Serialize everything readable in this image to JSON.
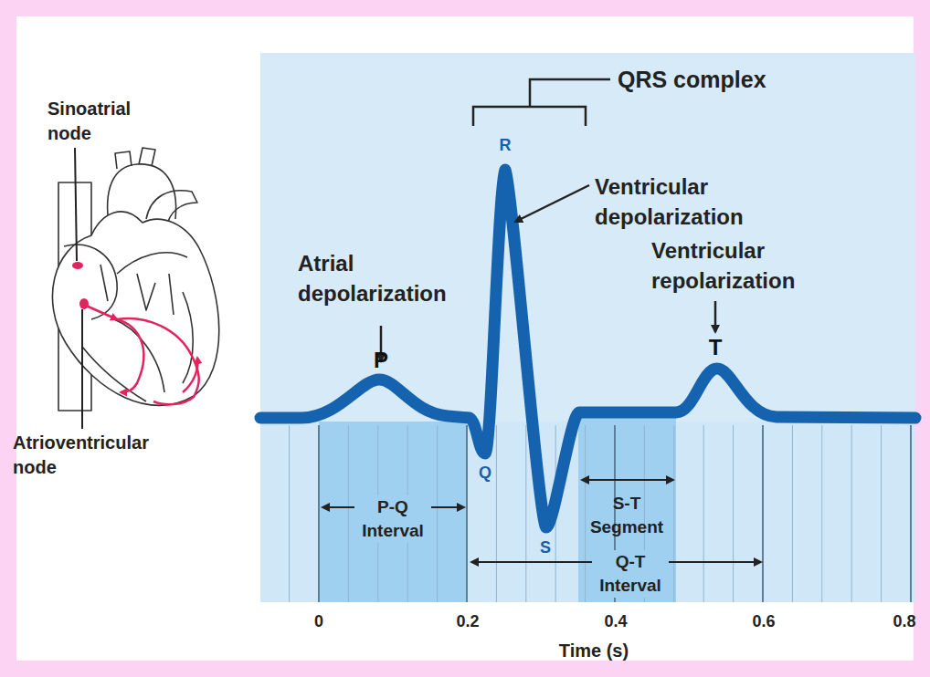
{
  "diagram": {
    "labels": [
      "Sinoatrial node",
      "Atrioventricular node",
      "QRS complex",
      "R",
      "Ventricular depolarization",
      "Atrial depolarization",
      "P",
      "Ventricular repolarization",
      "T",
      "Q",
      "S",
      "P-Q Interval",
      "S-T Segment",
      "Q-T Interval",
      "0",
      "0.2",
      "0.4",
      "0.6",
      "0.8",
      "Time (s)"
    ]
  }
}
